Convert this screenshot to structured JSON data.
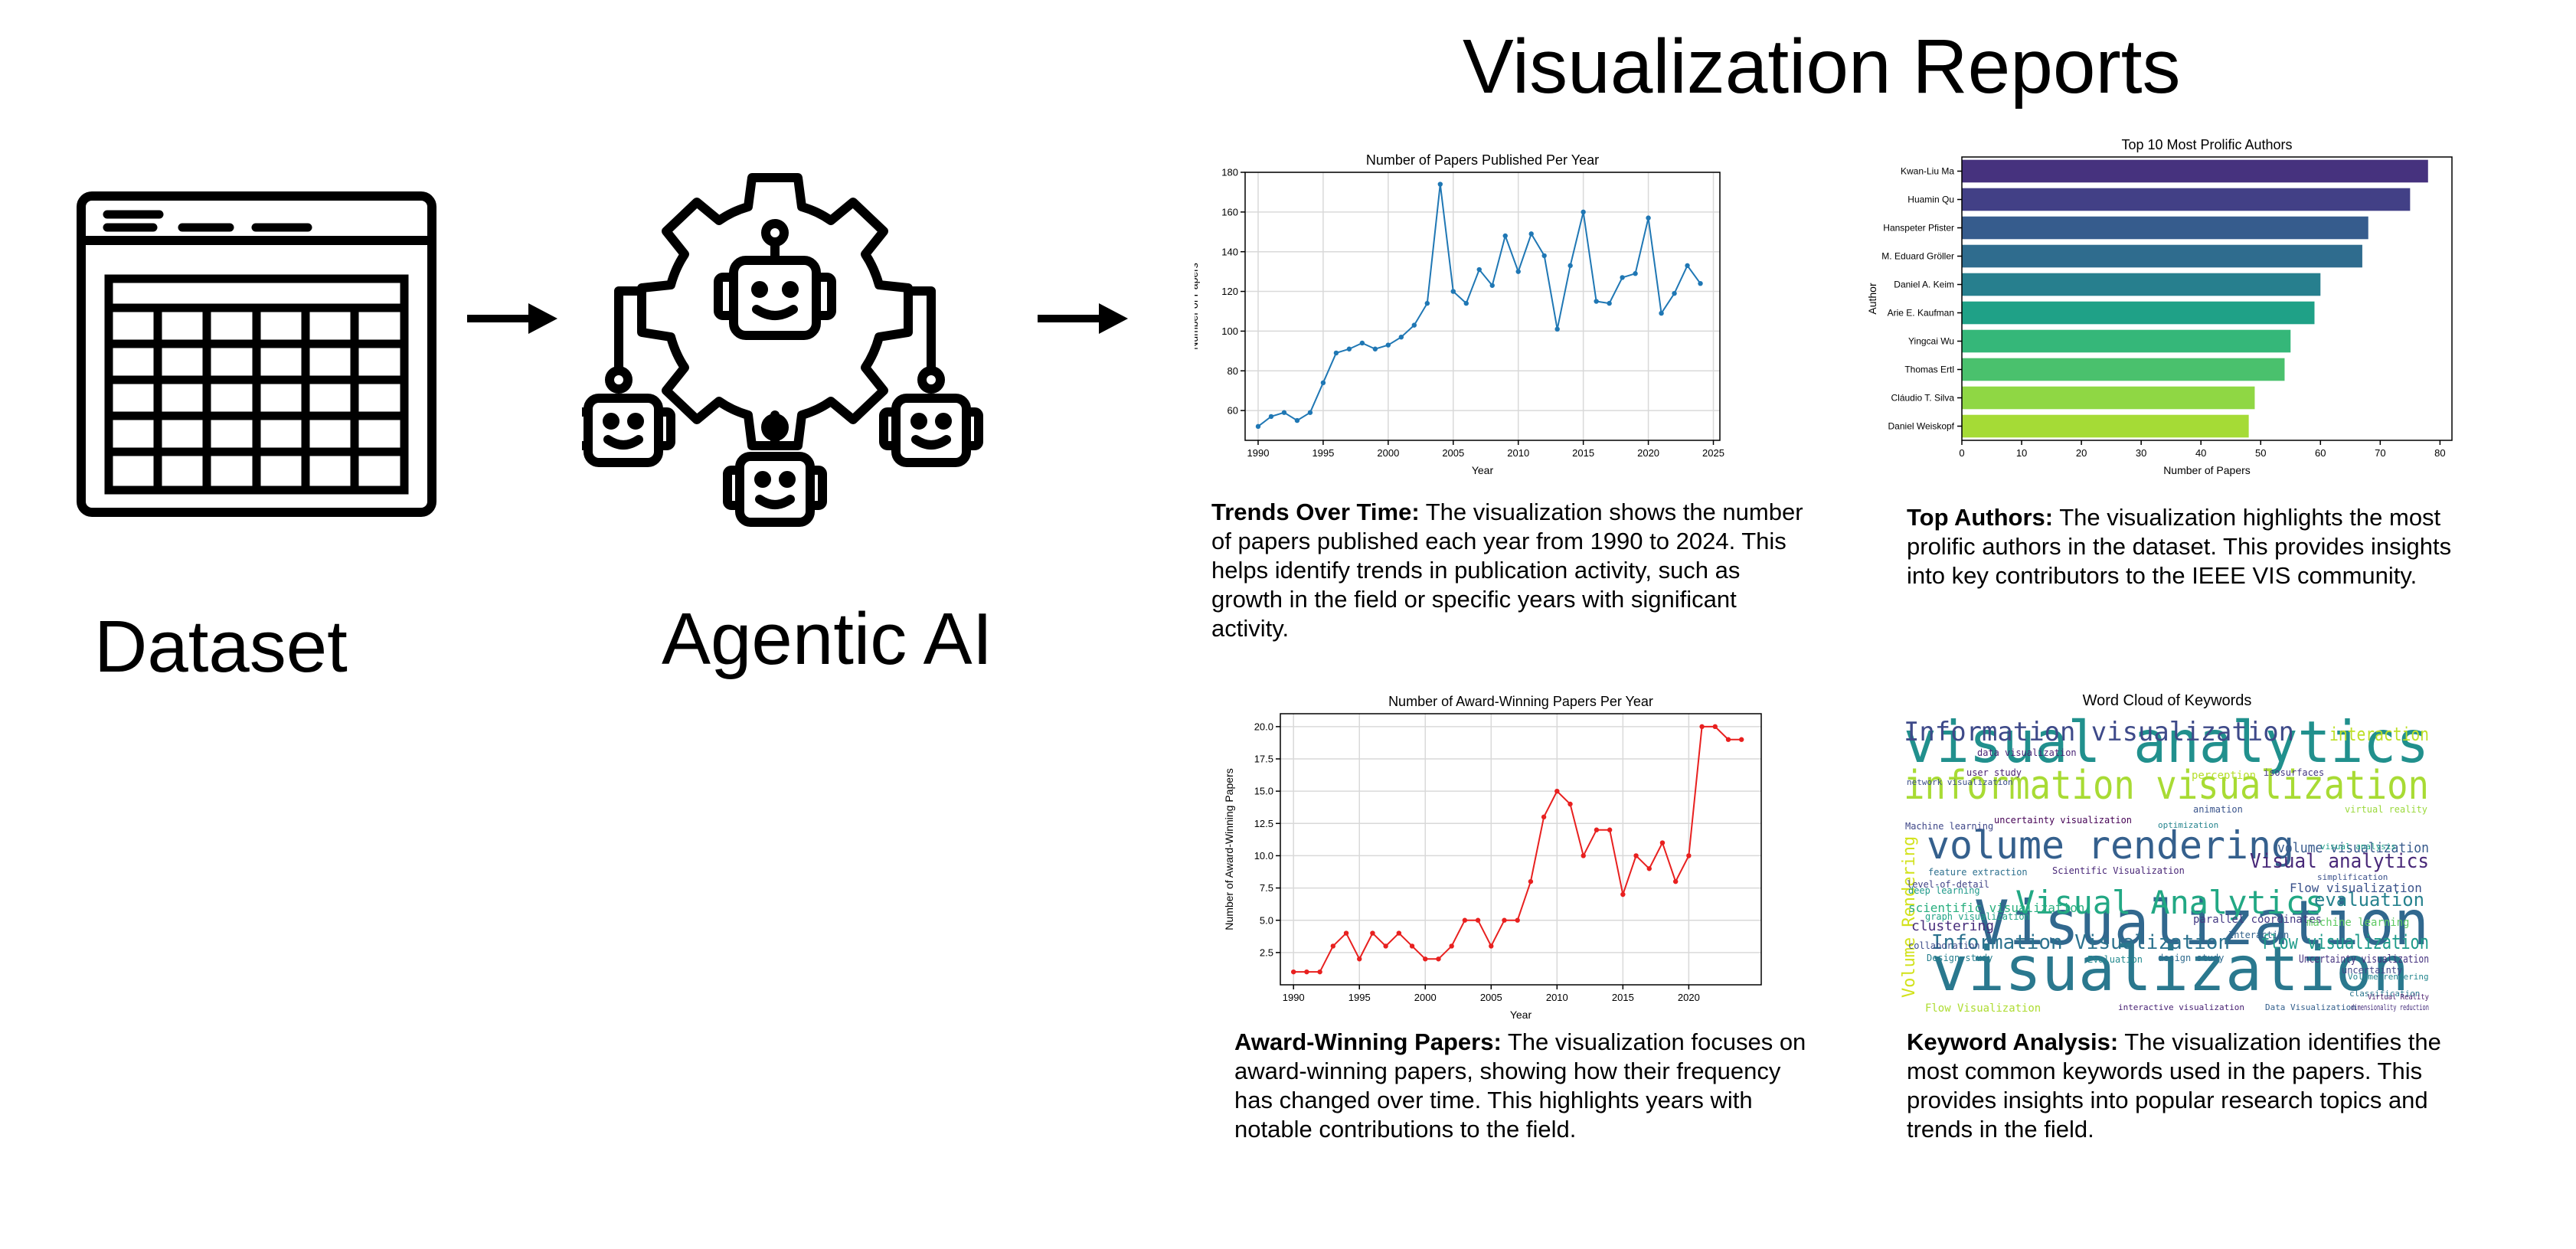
{
  "title": "Visualization Reports",
  "dataset_label": "Dataset",
  "agent_label": "Agentic AI",
  "icons": {
    "dataset": "spreadsheet-window-icon",
    "agent": "robot-gear-network-icon",
    "arrow": "right-arrow-icon"
  },
  "cards": {
    "trends": {
      "heading": "Trends Over Time:",
      "text": "The visualization shows the number of papers published each year from 1990 to 2024. This helps identify trends in publication activity, such as growth in the field or specific years with significant activity."
    },
    "authors": {
      "heading": "Top Authors:",
      "text": "The visualization highlights the most prolific authors in the dataset. This provides insights into key contributors to the IEEE VIS community."
    },
    "awards": {
      "heading": "Award-Winning Papers:",
      "text": "The visualization focuses on award-winning papers, showing how their frequency has changed over time. This highlights years with notable contributions to the field."
    },
    "keywords": {
      "heading": "Keyword Analysis:",
      "text": "The visualization identifies the most common keywords used in the papers. This provides insights into popular research topics and trends in the field."
    }
  },
  "chart_data": [
    {
      "type": "line",
      "title": "Number of Papers Published Per Year",
      "xlabel": "Year",
      "ylabel": "Number of Papers",
      "xlim": [
        1989,
        2025.5
      ],
      "ylim": [
        45,
        180
      ],
      "xticks": [
        1990,
        1995,
        2000,
        2005,
        2010,
        2015,
        2020,
        2025
      ],
      "yticks": [
        60,
        80,
        100,
        120,
        140,
        160,
        180
      ],
      "color": "#1f77b4",
      "grid": true,
      "x": [
        1990,
        1991,
        1992,
        1993,
        1994,
        1995,
        1996,
        1997,
        1998,
        1999,
        2000,
        2001,
        2002,
        2003,
        2004,
        2005,
        2006,
        2007,
        2008,
        2009,
        2010,
        2011,
        2012,
        2013,
        2014,
        2015,
        2016,
        2017,
        2018,
        2019,
        2020,
        2021,
        2022,
        2023,
        2024
      ],
      "y": [
        52,
        57,
        59,
        55,
        59,
        74,
        89,
        91,
        94,
        91,
        93,
        97,
        103,
        114,
        174,
        120,
        114,
        131,
        123,
        148,
        130,
        149,
        138,
        101,
        133,
        160,
        115,
        114,
        127,
        129,
        157,
        109,
        119,
        133,
        124
      ]
    },
    {
      "type": "bar",
      "orientation": "horizontal",
      "title": "Top 10 Most Prolific Authors",
      "xlabel": "Number of Papers",
      "ylabel": "Author",
      "xlim": [
        0,
        82
      ],
      "xticks": [
        0,
        10,
        20,
        30,
        40,
        50,
        60,
        70,
        80
      ],
      "categories": [
        "Kwan-Liu Ma",
        "Huamin Qu",
        "Hanspeter Pfister",
        "M. Eduard Gröller",
        "Daniel A. Keim",
        "Arie E. Kaufman",
        "Yingcai Wu",
        "Thomas Ertl",
        "Cláudio T. Silva",
        "Daniel Weiskopf"
      ],
      "values": [
        78,
        75,
        68,
        67,
        60,
        59,
        55,
        54,
        49,
        48
      ],
      "colors": [
        "#46327e",
        "#424086",
        "#365c8d",
        "#2f6c8e",
        "#277f8e",
        "#1fa187",
        "#35b779",
        "#4ac16d",
        "#8fd744",
        "#a5db36"
      ],
      "grid": false
    },
    {
      "type": "line",
      "title": "Number of Award-Winning Papers Per Year",
      "xlabel": "Year",
      "ylabel": "Number of Award-Winning Papers",
      "xlim": [
        1989,
        2025.5
      ],
      "ylim": [
        0,
        21
      ],
      "xticks": [
        1990,
        1995,
        2000,
        2005,
        2010,
        2015,
        2020
      ],
      "yticks": [
        2.5,
        5.0,
        7.5,
        10.0,
        12.5,
        15.0,
        17.5,
        20.0
      ],
      "yticklabels": [
        "2.5",
        "5.0",
        "7.5",
        "10.0",
        "12.5",
        "15.0",
        "17.5",
        "20.0"
      ],
      "color": "#e8201f",
      "grid": true,
      "x": [
        1990,
        1991,
        1992,
        1993,
        1994,
        1995,
        1996,
        1997,
        1998,
        1999,
        2000,
        2001,
        2002,
        2003,
        2004,
        2005,
        2006,
        2007,
        2008,
        2009,
        2010,
        2011,
        2012,
        2013,
        2014,
        2015,
        2016,
        2017,
        2018,
        2019,
        2020,
        2021,
        2022,
        2023,
        2024
      ],
      "y": [
        1,
        1,
        1,
        3,
        4,
        2,
        4,
        3,
        4,
        3,
        2,
        2,
        3,
        5,
        5,
        3,
        5,
        5,
        8,
        13,
        15,
        14,
        10,
        12,
        12,
        7,
        10,
        9,
        11,
        8,
        10,
        20,
        20,
        19,
        19
      ]
    },
    {
      "type": "wordcloud",
      "title": "Word Cloud of Keywords",
      "words": [
        {
          "text": "visual analytics",
          "color": "#21908d"
        },
        {
          "text": "information visualization",
          "color": "#a8db34"
        },
        {
          "text": "Visualization",
          "color": "#31688e"
        },
        {
          "text": "visualization",
          "color": "#2a788e"
        },
        {
          "text": "volume rendering",
          "color": "#35608d"
        },
        {
          "text": "Visual Analytics",
          "color": "#22a884"
        },
        {
          "text": "Information visualization",
          "color": "#3e4a89"
        },
        {
          "text": "Information Visualization",
          "color": "#2c728e"
        },
        {
          "text": "flow visualization",
          "color": "#1e9b8a"
        },
        {
          "text": "Visual analytics",
          "color": "#482878"
        },
        {
          "text": "evaluation",
          "color": "#26828e"
        },
        {
          "text": "interaction",
          "color": "#bddf26"
        },
        {
          "text": "Volume Rendering",
          "color": "#d2e21b"
        },
        {
          "text": "volume visualization",
          "color": "#375a8c"
        },
        {
          "text": "Flow visualization",
          "color": "#3b528b"
        },
        {
          "text": "uncertainty visualization",
          "color": "#440154"
        },
        {
          "text": "clustering",
          "color": "#472d7b"
        },
        {
          "text": "scientific visualization",
          "color": "#29af7f"
        },
        {
          "text": "parallel coordinates",
          "color": "#443983"
        },
        {
          "text": "Uncertainty visualization",
          "color": "#46337f"
        },
        {
          "text": "Machine learning",
          "color": "#3f4788"
        },
        {
          "text": "deep learning",
          "color": "#1f998a"
        },
        {
          "text": "Scientific Visualization",
          "color": "#482677"
        },
        {
          "text": "machine learning",
          "color": "#5ec962"
        },
        {
          "text": "perception",
          "color": "#b5de2b"
        },
        {
          "text": "Interaction",
          "color": "#33638d"
        },
        {
          "text": "collaboration",
          "color": "#3d4d8a"
        },
        {
          "text": "graph visualization",
          "color": "#20a386"
        },
        {
          "text": "feature extraction",
          "color": "#2d708e"
        },
        {
          "text": "user study",
          "color": "#481f70"
        },
        {
          "text": "animation",
          "color": "#3a548c"
        },
        {
          "text": "isosurfaces",
          "color": "#453882"
        },
        {
          "text": "data visualization",
          "color": "#482475"
        },
        {
          "text": "network visualization",
          "color": "#3c4f8a"
        },
        {
          "text": "virtual reality",
          "color": "#9bd93c"
        },
        {
          "text": "level-of-detail",
          "color": "#414487"
        },
        {
          "text": "Design study",
          "color": "#277f8e"
        },
        {
          "text": "design study",
          "color": "#2f6b8e"
        },
        {
          "text": "Evaluation",
          "color": "#23898e"
        },
        {
          "text": "uncertainty",
          "color": "#404688"
        },
        {
          "text": "simplification",
          "color": "#3b518b"
        },
        {
          "text": "visual analysis",
          "color": "#1fa088"
        },
        {
          "text": "Volume rendering",
          "color": "#24868e"
        },
        {
          "text": "classification",
          "color": "#2b748e"
        },
        {
          "text": "interactive visualization",
          "color": "#482173"
        },
        {
          "text": "Data Visualization",
          "color": "#34608d"
        },
        {
          "text": "dimensionality reduction",
          "color": "#472f7d"
        },
        {
          "text": "Flow Visualization",
          "color": "#addc30"
        },
        {
          "text": "Virtual Reality",
          "color": "#48186a"
        },
        {
          "text": "optimization",
          "color": "#25848e"
        }
      ]
    }
  ]
}
